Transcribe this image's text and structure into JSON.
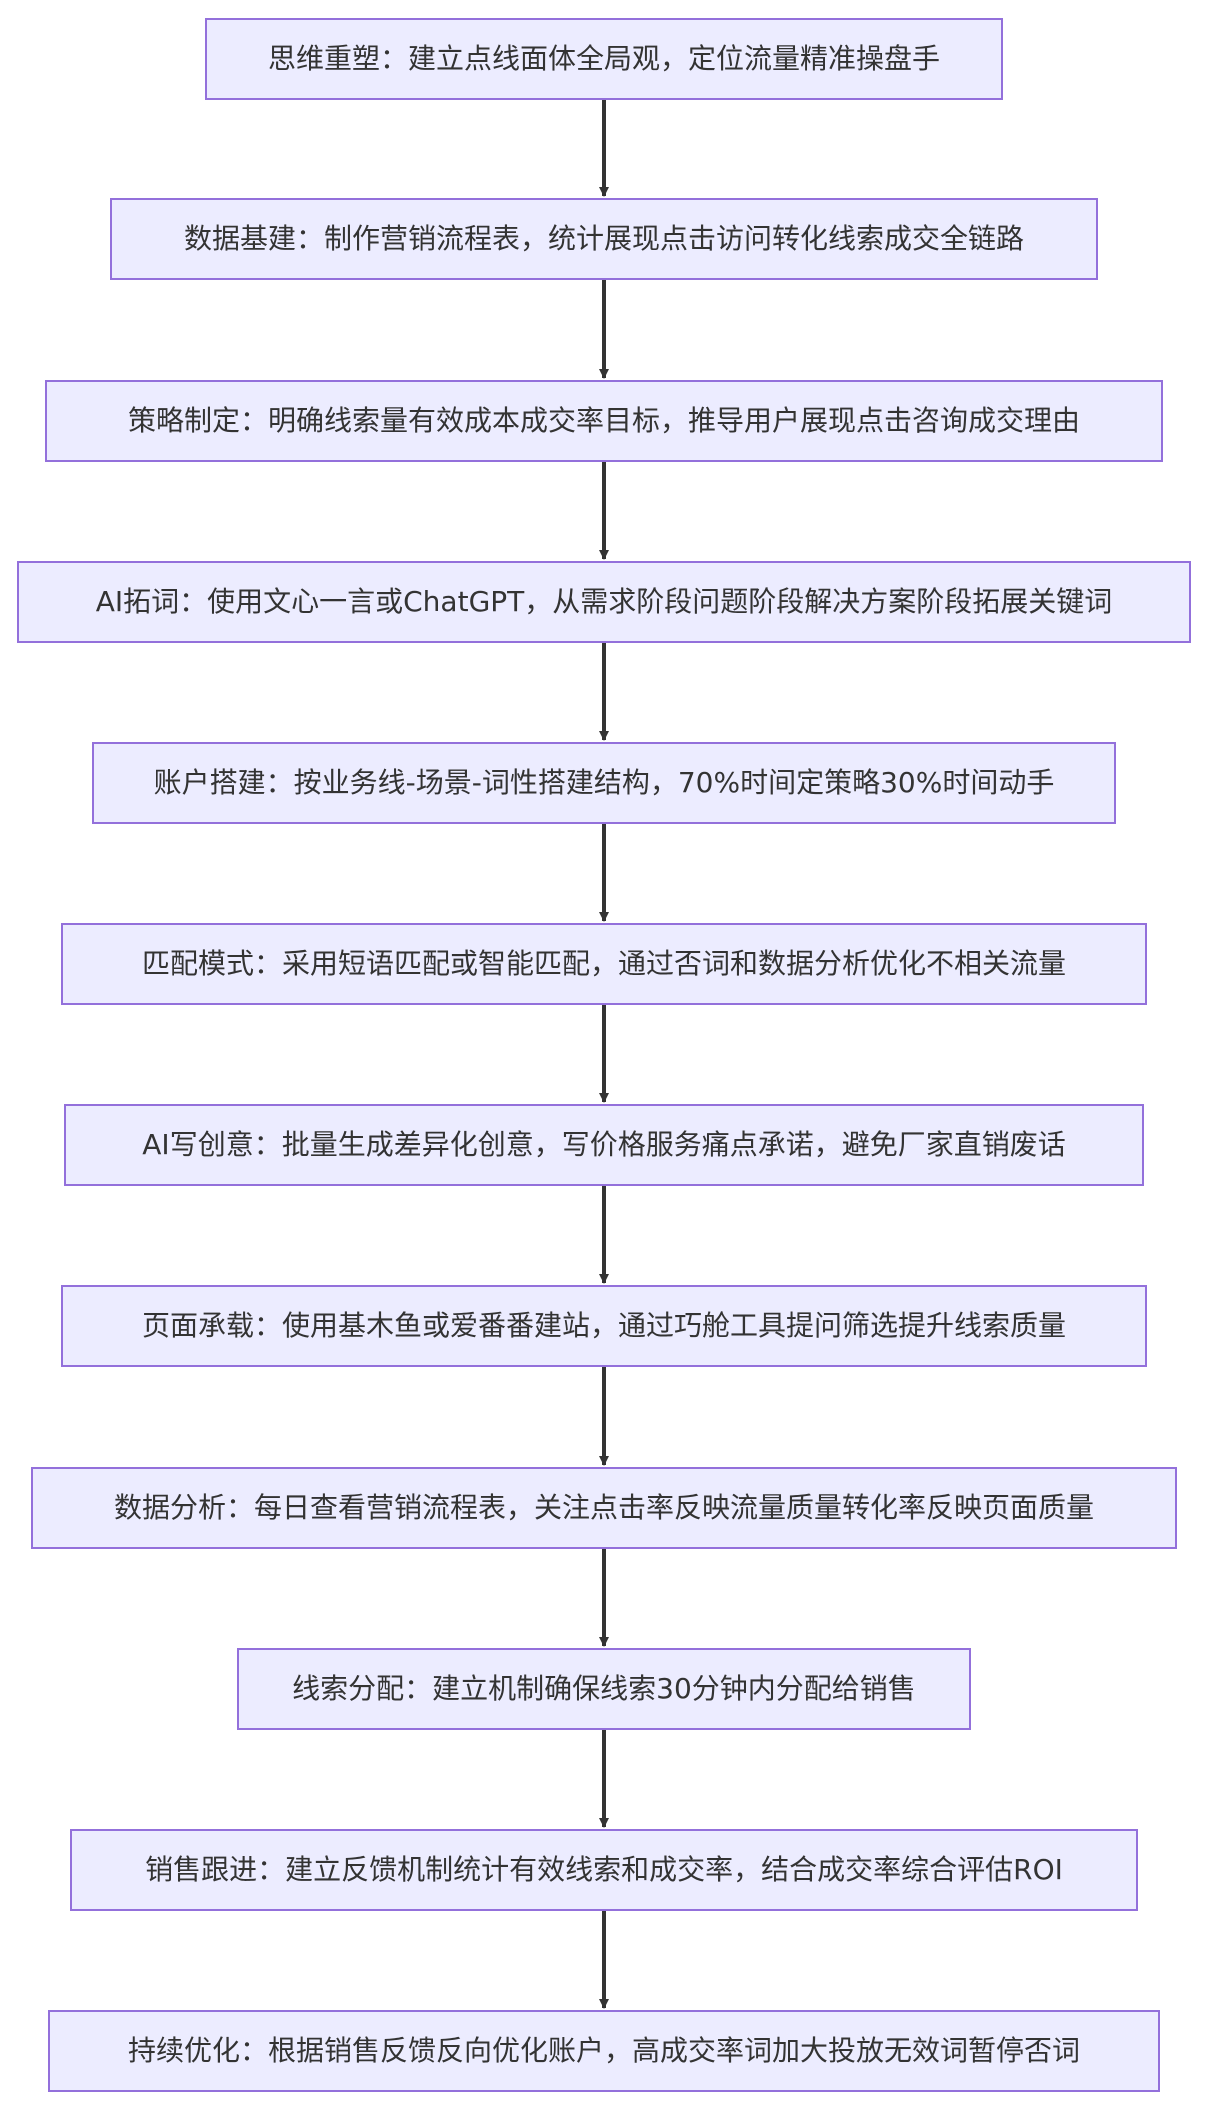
{
  "colors": {
    "node_fill": "#ECECFF",
    "node_border": "#9370DB",
    "text": "#333333",
    "edge": "#333333"
  },
  "steps": [
    "思维重塑：建立点线面体全局观，定位流量精准操盘手",
    "数据基建：制作营销流程表，统计展现点击访问转化线索成交全链路",
    "策略制定：明确线索量有效成本成交率目标，推导用户展现点击咨询成交理由",
    "AI拓词：使用文心一言或ChatGPT，从需求阶段问题阶段解决方案阶段拓展关键词",
    "账户搭建：按业务线-场景-词性搭建结构，70%时间定策略30%时间动手",
    "匹配模式：采用短语匹配或智能匹配，通过否词和数据分析优化不相关流量",
    "AI写创意：批量生成差异化创意，写价格服务痛点承诺，避免厂家直销废话",
    "页面承载：使用基木鱼或爱番番建站，通过巧舱工具提问筛选提升线索质量",
    "数据分析：每日查看营销流程表，关注点击率反映流量质量转化率反映页面质量",
    "线索分配：建立机制确保线索30分钟内分配给销售",
    "销售跟进：建立反馈机制统计有效线索和成交率，结合成交率综合评估ROI",
    "持续优化：根据销售反馈反向优化账户，高成交率词加大投放无效词暂停否词"
  ]
}
